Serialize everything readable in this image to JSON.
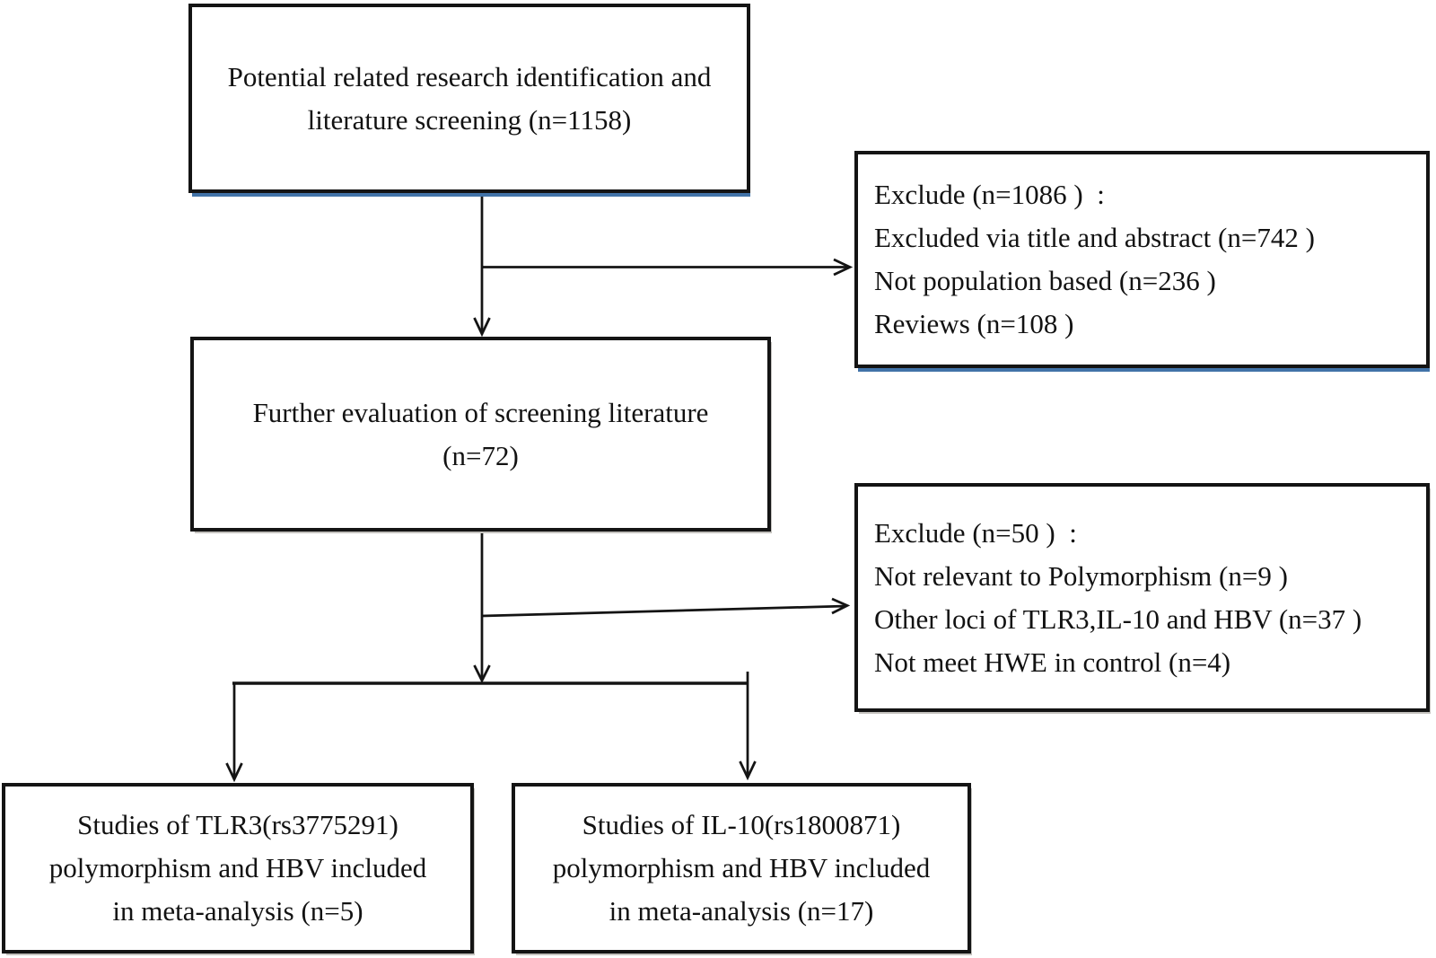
{
  "flowchart": {
    "identification_box": {
      "lines": [
        "Potential related research identification and",
        "literature screening (n=1158)"
      ]
    },
    "exclude_box_1": {
      "lines": [
        "Exclude (n=1086 )  :",
        "Excluded via title and abstract (n=742 )",
        "Not population based (n=236 )",
        "Reviews (n=108 )"
      ]
    },
    "evaluation_box": {
      "lines": [
        "Further evaluation of screening literature",
        "(n=72)"
      ]
    },
    "exclude_box_2": {
      "lines": [
        "Exclude (n=50 )  :",
        "Not relevant to Polymorphism (n=9 )",
        "Other loci of TLR3,IL-10 and HBV (n=37 )",
        "Not meet HWE in control (n=4)"
      ]
    },
    "tlr3_box": {
      "lines": [
        "Studies of TLR3(rs3775291)",
        "polymorphism and HBV included",
        "in meta-analysis (n=5)"
      ]
    },
    "il10_box": {
      "lines": [
        "Studies of IL-10(rs1800871)",
        "polymorphism and HBV included",
        "in meta-analysis (n=17)"
      ]
    },
    "colors": {
      "line": "#141414",
      "box_border": "#141414",
      "shadow_blue": "#4273a8",
      "shadow_gray": "#949088",
      "background": "#ffffff"
    }
  }
}
